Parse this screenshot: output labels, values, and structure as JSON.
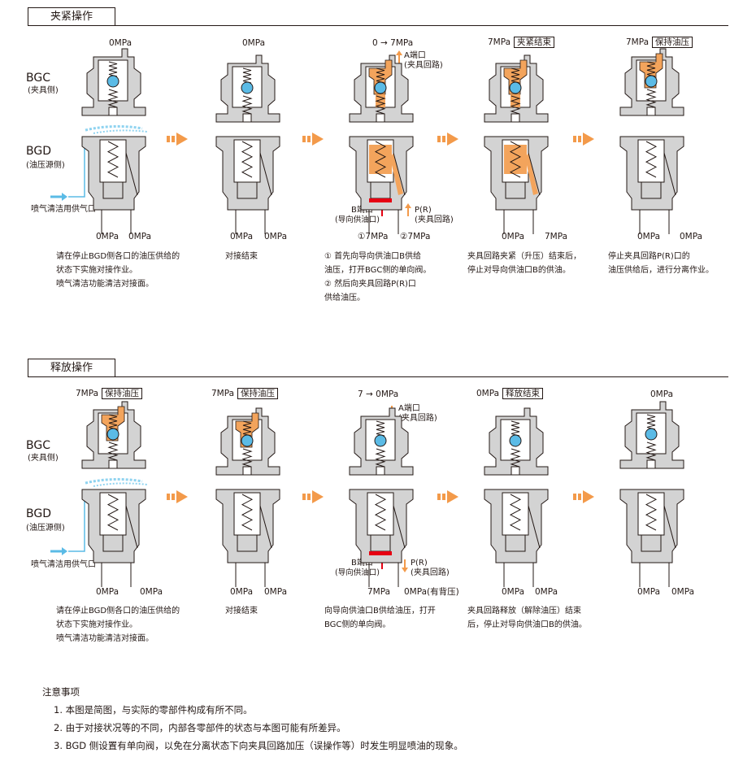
{
  "colors": {
    "orange": "#f3a45c",
    "ball": "#5bbbe6",
    "red": "#e60012",
    "gray": "#d3d3d3",
    "spray": "#8fd3f0",
    "arrow": "#f39a4a"
  },
  "clamp": {
    "title": "夹紧操作",
    "bgc_label": "BGC",
    "bgc_sub": "(夹具侧)",
    "bgd_label": "BGD",
    "bgd_sub": "(油压源侧)",
    "air_label": "喷气清洁用供气口",
    "steps": [
      {
        "top_pressure": "0MPa",
        "top_box": "",
        "bottom_left": "0MPa",
        "bottom_right": "0MPa",
        "desc": [
          "请在停止BGD侧各口的油压供给的",
          "状态下实施对接作业。",
          "喷气清洁功能清洁对接面。"
        ]
      },
      {
        "top_pressure": "0MPa",
        "top_box": "",
        "bottom_left": "0MPa",
        "bottom_right": "0MPa",
        "desc": [
          "对接结束"
        ]
      },
      {
        "top_pressure": "0 → 7MPa",
        "top_box": "",
        "a_port": "A端口",
        "a_port_sub": "(夹具回路)",
        "b_port": "B端口",
        "b_port_sub": "(导向供油口)",
        "p_port": "P(R)",
        "p_port_sub": "(夹具回路)",
        "bottom_left": "①7MPa",
        "bottom_right": "②7MPa",
        "desc": [
          "①  首先向导向供油口B供给",
          "     油压，打开BGC侧的单向阀。",
          "②  然后向夹具回路P(R)口",
          "     供给油压。"
        ]
      },
      {
        "top_pressure": "7MPa",
        "top_box": "夹紧结束",
        "bottom_left": "0MPa",
        "bottom_right": "7MPa",
        "desc": [
          "夹具回路夹紧（升压）结束后，",
          "停止对导向供油口B的供油。"
        ]
      },
      {
        "top_pressure": "7MPa",
        "top_box": "保持油压",
        "bottom_left": "0MPa",
        "bottom_right": "0MPa",
        "desc": [
          "停止夹具回路P(R)口的",
          "油压供给后，进行分离作业。"
        ]
      }
    ]
  },
  "release": {
    "title": "释放操作",
    "bgc_label": "BGC",
    "bgc_sub": "(夹具侧)",
    "bgd_label": "BGD",
    "bgd_sub": "(油压源侧)",
    "air_label": "喷气清洁用供气口",
    "steps": [
      {
        "top_pressure": "7MPa",
        "top_box": "保持油压",
        "bottom_left": "0MPa",
        "bottom_right": "0MPa",
        "desc": [
          "请在停止BGD侧各口的油压供给的",
          "状态下实施对接作业。",
          "喷气清洁功能清洁对接面。"
        ]
      },
      {
        "top_pressure": "7MPa",
        "top_box": "保持油压",
        "bottom_left": "0MPa",
        "bottom_right": "0MPa",
        "desc": [
          "对接结束"
        ]
      },
      {
        "top_pressure": "7 → 0MPa",
        "top_box": "",
        "a_port": "A端口",
        "a_port_sub": "(夹具回路)",
        "b_port": "B端口",
        "b_port_sub": "(导向供油口)",
        "p_port": "P(R)",
        "p_port_sub": "(夹具回路)",
        "bottom_left": "7MPa",
        "bottom_right": "0MPa(有背压)",
        "desc": [
          "向导向供油口B供给油压，打开",
          "BGC侧的单向阀。"
        ]
      },
      {
        "top_pressure": "0MPa",
        "top_box": "释放结束",
        "bottom_left": "0MPa",
        "bottom_right": "0MPa",
        "desc": [
          "夹具回路释放（解除油压）结束",
          "后，停止对导向供油口B的供油。"
        ]
      },
      {
        "top_pressure": "0MPa",
        "top_box": "",
        "bottom_left": "0MPa",
        "bottom_right": "0MPa",
        "desc": []
      }
    ]
  },
  "notes": {
    "title": "注意事项",
    "items": [
      "1. 本图是简图，与实际的零部件构成有所不同。",
      "2. 由于对接状况等的不同，内部各零部件的状态与本图可能有所差异。",
      "3. BGD 侧设置有单向阀，以免在分离状态下向夹具回路加压（误操作等）时发生明显喷油的现象。"
    ]
  },
  "diagram_states": {
    "clamp": [
      {
        "orange_top": false,
        "orange_path": false,
        "orange_bottom": false,
        "red_b": false,
        "spray": true,
        "docked": false
      },
      {
        "orange_top": false,
        "orange_path": false,
        "orange_bottom": false,
        "red_b": false,
        "spray": false,
        "docked": true
      },
      {
        "orange_top": true,
        "orange_path": true,
        "orange_bottom": true,
        "red_b": true,
        "spray": false,
        "docked": true
      },
      {
        "orange_top": true,
        "orange_path": true,
        "orange_bottom": true,
        "red_b": false,
        "spray": false,
        "docked": true
      },
      {
        "orange_top": true,
        "orange_path": false,
        "orange_bottom": false,
        "red_b": false,
        "spray": false,
        "docked": false
      }
    ],
    "release": [
      {
        "orange_top": true,
        "orange_path": false,
        "orange_bottom": false,
        "red_b": false,
        "spray": true,
        "docked": false
      },
      {
        "orange_top": true,
        "orange_path": false,
        "orange_bottom": false,
        "red_b": false,
        "spray": false,
        "docked": true
      },
      {
        "orange_top": false,
        "orange_path": false,
        "orange_bottom": false,
        "red_b": true,
        "spray": false,
        "docked": true
      },
      {
        "orange_top": false,
        "orange_path": false,
        "orange_bottom": false,
        "red_b": false,
        "spray": false,
        "docked": true
      },
      {
        "orange_top": false,
        "orange_path": false,
        "orange_bottom": false,
        "red_b": false,
        "spray": false,
        "docked": false
      }
    ]
  }
}
